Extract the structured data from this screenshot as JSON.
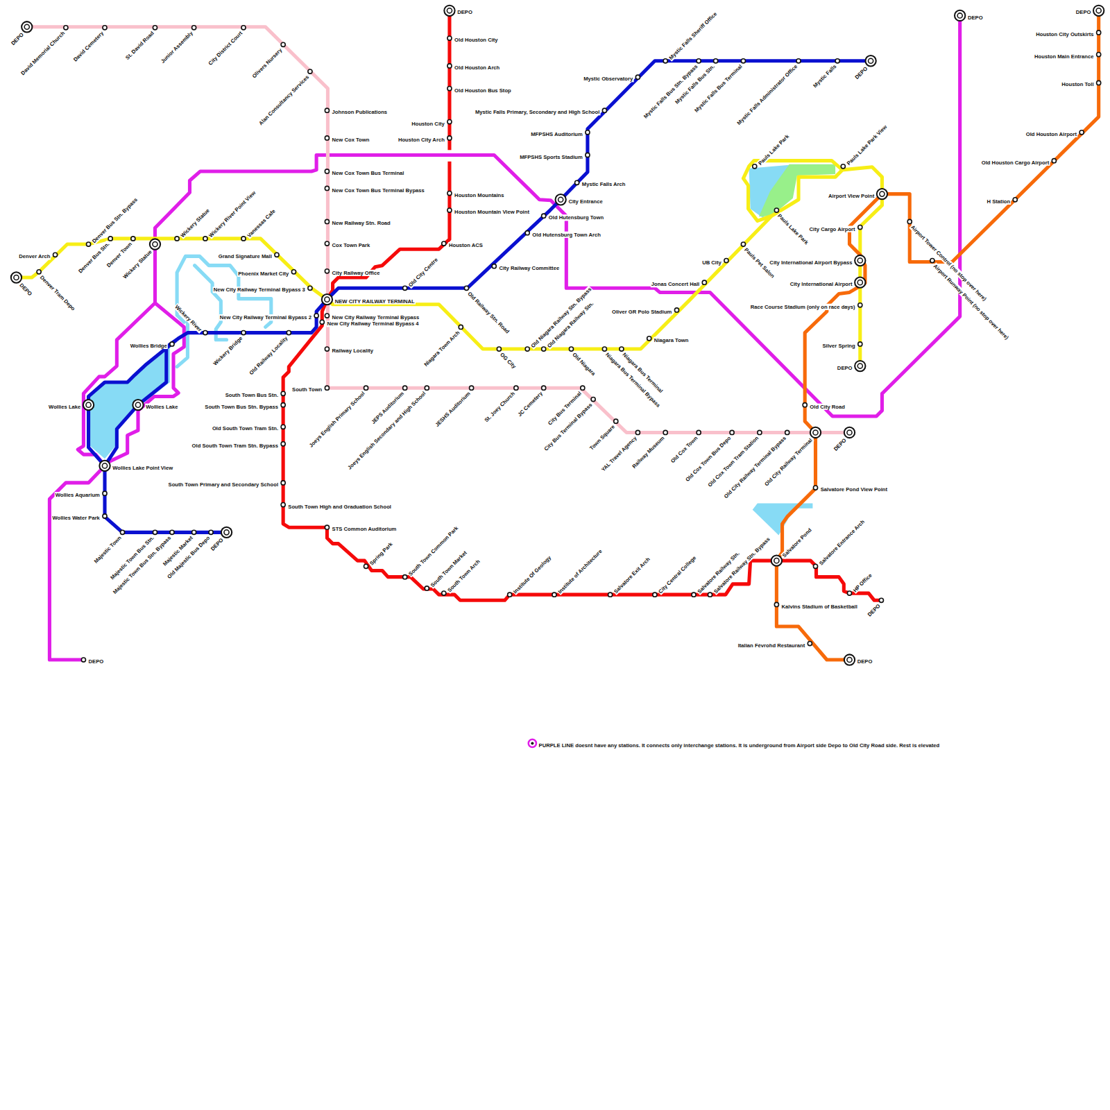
{
  "diagram": {
    "labels": [
      "DEPO",
      "David Memorial Church",
      "David Cemetery",
      "St. David Road",
      "Junior Assembly",
      "City District Court",
      "Olivers Nursery",
      "Alan Consultancy Services",
      "Johnson Publications",
      "New Cox Town",
      "New Cox Town Bus Terminal",
      "New Cox Town Bus Terminal Bypass",
      "New Railway Stn. Road",
      "Cox Town Park",
      "City Railway Office",
      "NEW CITY RAILWAY TERMINAL",
      "New City Railway Terminal Bypass",
      "Railway Locality",
      "South Town",
      "Joeys English Primary School",
      "JEPS Auditorium",
      "Joeys English Secondary and High School",
      "JESHS Auditorium",
      "St. Joey Church",
      "JC Cemetery",
      "City Bus Terminal",
      "City Bus Terminal Bypass",
      "Town Square",
      "YAL Travel Agency",
      "Railway Museum",
      "Old Cox Town",
      "Old Cox Town Bus Depo",
      "Old Cox Town Tram Station",
      "Old City Railway Terminal Bypass",
      "Old City Railway Terminal",
      "DEPO",
      "DEPO",
      "Old Houston City",
      "Old Houston Arch",
      "Old Houston Bus Stop",
      "Houston City",
      "Houston City Arch",
      "Houston Mountains",
      "Houston Mountain View Point",
      "Houston ACS",
      "New City Railway Terminal Bypass 4",
      "South Town Bus Stn.",
      "South Town Bus Stn. Bypass",
      "Old South Town Tram Stn.",
      "Old South Town Tram Stn. Bypass",
      "South Town Primary and Secondary School",
      "South Town High and Graduation School",
      "STS Common Auditorium",
      "Spring Park",
      "South Town Common Park",
      "South Town Market",
      "South Town Arch",
      "Institute Of Geology",
      "Institute of Architecture",
      "Salvatore Exit Arch",
      "City Central College",
      "Salvatore Railway Stn.",
      "Salvatore Railway Stn. Bypass",
      "Salvatore Pond",
      "Salvatore Entrance Arch",
      "HP Office",
      "DEPO",
      "DEPO",
      "Old Majestic Bus Depo",
      "Majestic Market",
      "Majestic Town Bus Stn. Bypass",
      "Majestic Town Bus Stn.",
      "Majestic Town",
      "Wollies Water Park",
      "Wollies Aquarium",
      "Wollies Lake Point View",
      "Wollies Lake",
      "Wollies Lake",
      "Wollies Bridge",
      "Wickery River",
      "Wickery Bridge",
      "Old Railway Locality",
      "New City Railway Terminal Bypass 2",
      "Old City Centre",
      "Old Railway Stn. Road",
      "City Railway Committee",
      "Old Hutensburg Town Arch",
      "Old Hutensburg Town",
      "City Entrance",
      "Mystic Falls Arch",
      "MFPSHS Sports Stadium",
      "MFPSHS Auditorium",
      "Mystic Falls Primary, Secondary and High School",
      "Mystic Observatory",
      "Mystic Falls Sheriff Office",
      "Mystic Falls Bus Stn. Bypass",
      "Mystic Falls Bus Stn.",
      "Mystic Falls Bus Terminal",
      "Mystic Falls Administrator Office",
      "Mystic Falls",
      "DEPO",
      "DEPO",
      "Denver Tram Depo",
      "Denver Arch",
      "Denver Bus Stn. Bypass",
      "Denver Bus Stn.",
      "Denver Town",
      "Wickery Statue",
      "Wickery Statue",
      "Wickery River Point View",
      "Vanessas Cafe",
      "Grand Signature Mall",
      "Phoenix Market City",
      "New City Railway Terminal Bypass 3",
      "Niagara Town Arch",
      "OG City",
      "Old Niagara Railway Stn. Bypass",
      "Old Niagara Railway Stn.",
      "Old Niagara",
      "Niagara Bus Terminal Bypass",
      "Niagara Bus Terminal",
      "Niagara Town",
      "Oliver GR Polo Stadium",
      "Jonas Concert Hall",
      "UB City",
      "Pauls Pet Salon",
      "Pauls Lake Park",
      "Pauls Lake Park",
      "Pauls Lake Park View",
      "Airport View Point",
      "City Cargo Airport",
      "City International Airport Bypass",
      "City International Airport",
      "Race Course Stadium (only on race days)",
      "Silver Spring",
      "DEPO",
      "DEPO",
      "Houston City Outskirts",
      "Houston Main Entrance",
      "Houston Toll",
      "Old Houston Airport",
      "Old Houston Cargo Airport",
      "H Station",
      "Airport Tower Control (no stop over here)",
      "Airport Runway Point (no stop over here)",
      "Old City Road",
      "Salvatore Pond View Point",
      "Kalvins Stadium of Basketball",
      "Italian Févrohd Restaurant",
      "DEPO",
      "DEPO",
      "DEPO"
    ],
    "legend": [
      {
        "text": "PURPLE LINE doesnt have any stations. It connects only interchange stations. It is underground from Airport side Depo to Old City Road side. Rest is elevated",
        "color": "#e01ee8"
      }
    ]
  }
}
